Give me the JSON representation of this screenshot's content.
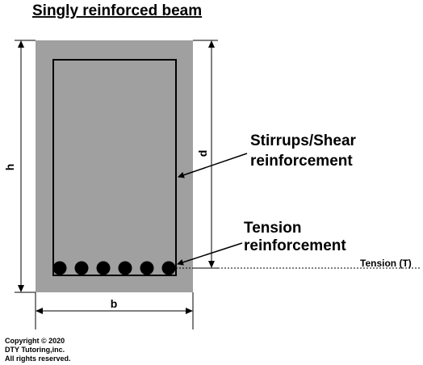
{
  "title": "Singly reinforced beam",
  "dimensions": {
    "height": "h",
    "width": "b",
    "effective_depth": "d"
  },
  "labels": {
    "stirrups_line1": "Stirrups/Shear",
    "stirrups_line2": "reinforcement",
    "tension_line1": "Tension",
    "tension_line2": "reinforcement",
    "tension_axis": "Tension (T)"
  },
  "copyright": {
    "line1": "Copyright © 2020",
    "line2": "DTY Tutoring,inc.",
    "line3": "All rights reserved."
  },
  "colors": {
    "concrete": "#a0a0a0",
    "steel": "#000000",
    "background": "#ffffff"
  },
  "rebar_count": 6
}
